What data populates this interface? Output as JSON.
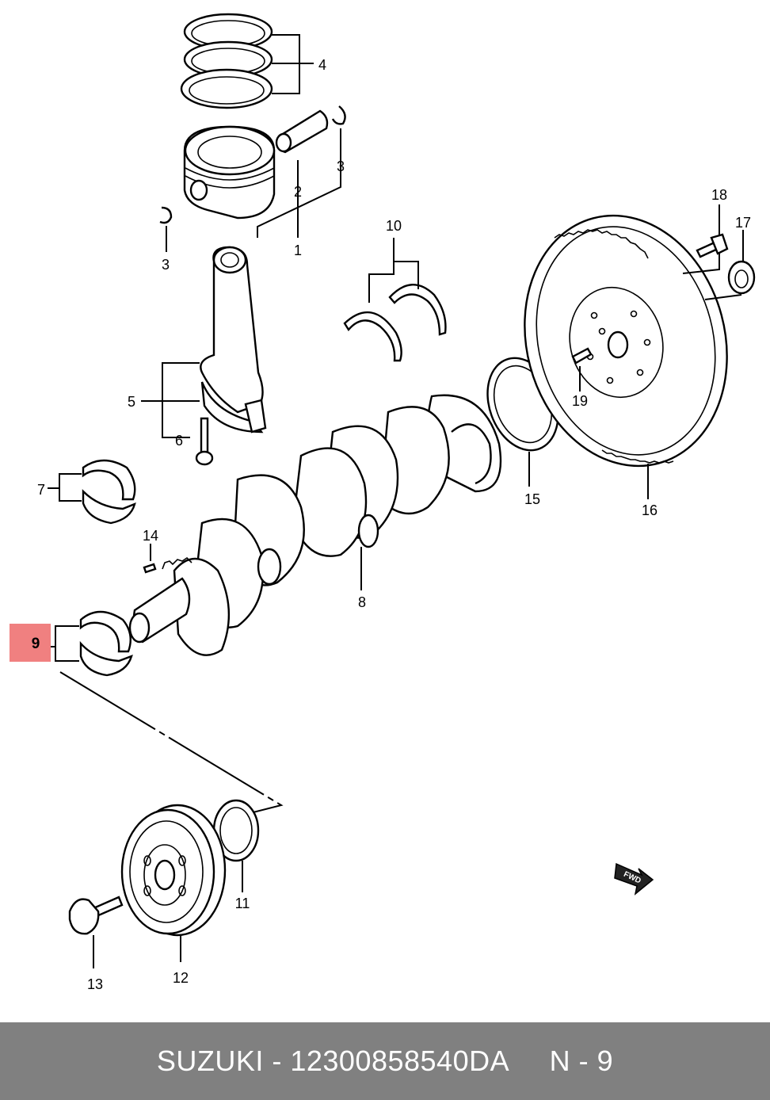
{
  "diagram": {
    "callouts": {
      "c1": "1",
      "c2": "2",
      "c3a": "3",
      "c3b": "3",
      "c4": "4",
      "c5": "5",
      "c6": "6",
      "c7": "7",
      "c8": "8",
      "c9": "9",
      "c10": "10",
      "c11": "11",
      "c12": "12",
      "c13": "13",
      "c14": "14",
      "c15": "15",
      "c16": "16",
      "c17": "17",
      "c18": "18",
      "c19": "19"
    },
    "highlighted_callout": "9",
    "highlight_color": "#f08080",
    "direction_arrow_label": "FWD"
  },
  "footer": {
    "text": "SUZUKI - 12300858540DA     N - 9",
    "background": "#808080",
    "text_color": "#ffffff"
  }
}
